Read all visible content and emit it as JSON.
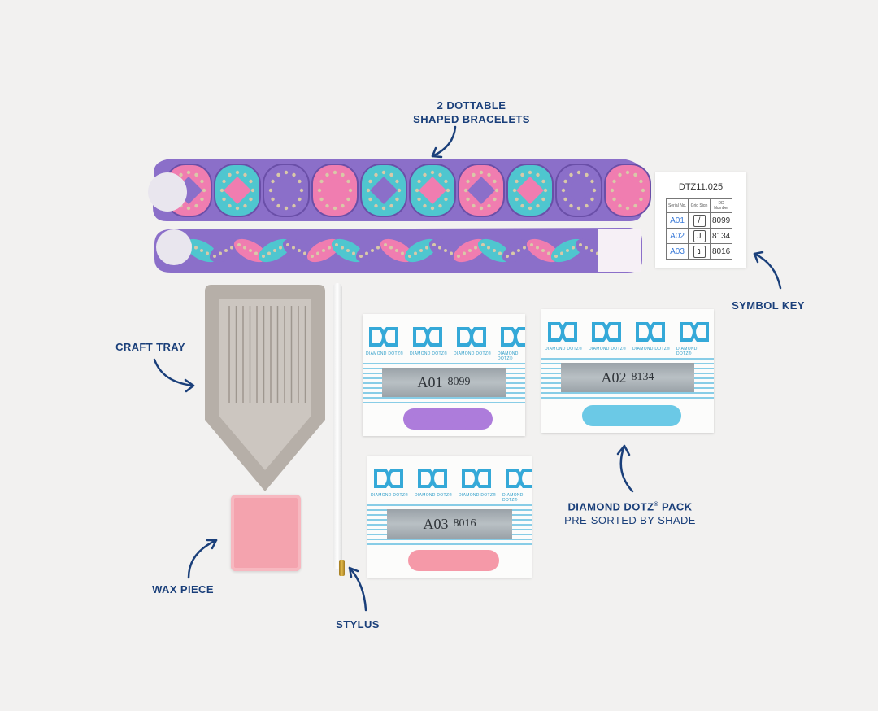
{
  "labels": {
    "bracelets_line1": "2 DOTTABLE",
    "bracelets_line2": "SHAPED BRACELETS",
    "symbol_key": "SYMBOL KEY",
    "craft_tray": "CRAFT TRAY",
    "diamond_dotz_pack": "DIAMOND DOTZ",
    "registered_mark": "®",
    "pack_suffix": " PACK",
    "pack_sub": "PRE-SORTED BY SHADE",
    "wax_piece": "WAX PIECE",
    "stylus": "STYLUS"
  },
  "symbol_key": {
    "code": "DTZ11.025",
    "headers": [
      "Serial No.",
      "Grid Sign",
      "DD Number"
    ],
    "rows": [
      {
        "serial": "A01",
        "sign": "/",
        "number": "8099"
      },
      {
        "serial": "A02",
        "sign": "J",
        "number": "8134"
      },
      {
        "serial": "A03",
        "sign": "נ",
        "number": "8016"
      }
    ]
  },
  "packs": [
    {
      "serial": "A01",
      "number": "8099",
      "brand": "DIAMOND DOTZ®",
      "bead_color": "#a56fd8"
    },
    {
      "serial": "A02",
      "number": "8134",
      "brand": "DIAMOND DOTZ®",
      "bead_color": "#5cc4e4"
    },
    {
      "serial": "A03",
      "number": "8016",
      "brand": "DIAMOND DOTZ®",
      "bead_color": "#f58fa0"
    }
  ],
  "colors": {
    "label_blue": "#1a3f7a",
    "bracelet_teal": "#4fc6cf",
    "bracelet_pink": "#f07db0",
    "bracelet_purple": "#8b6fc9",
    "tray_gray": "#b6afa8",
    "wax_pink": "#f4a3ae"
  }
}
